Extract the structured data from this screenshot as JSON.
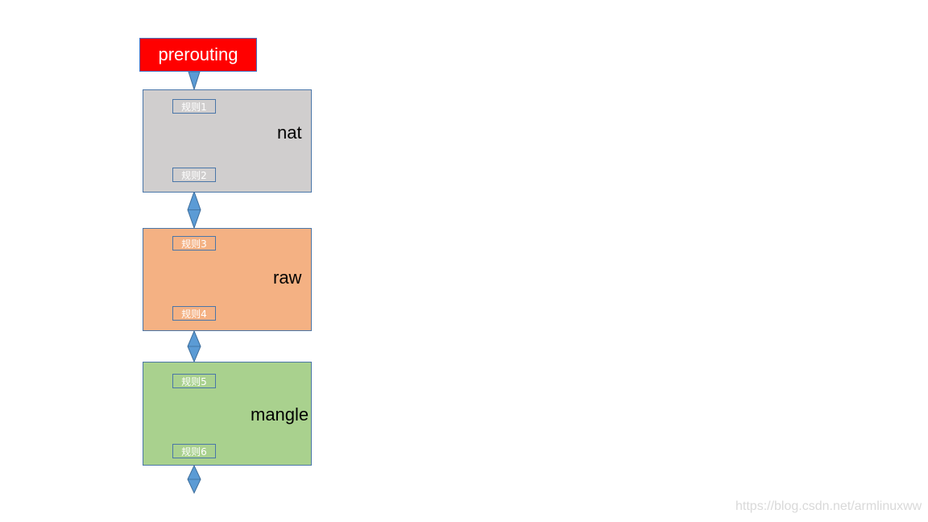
{
  "chain": {
    "label": "prerouting",
    "color": "#ff0000"
  },
  "tables": [
    {
      "id": "nat",
      "label": "nat",
      "color": "#d0cece"
    },
    {
      "id": "raw",
      "label": "raw",
      "color": "#f4b183"
    },
    {
      "id": "mangle",
      "label": "mangle",
      "color": "#a9d18e"
    }
  ],
  "rules": [
    "规则1",
    "规则2",
    "规则3",
    "规则4",
    "规则5",
    "规则6"
  ],
  "arrow_color": "#5b9bd5",
  "watermark": "https://blog.csdn.net/armlinuxww"
}
